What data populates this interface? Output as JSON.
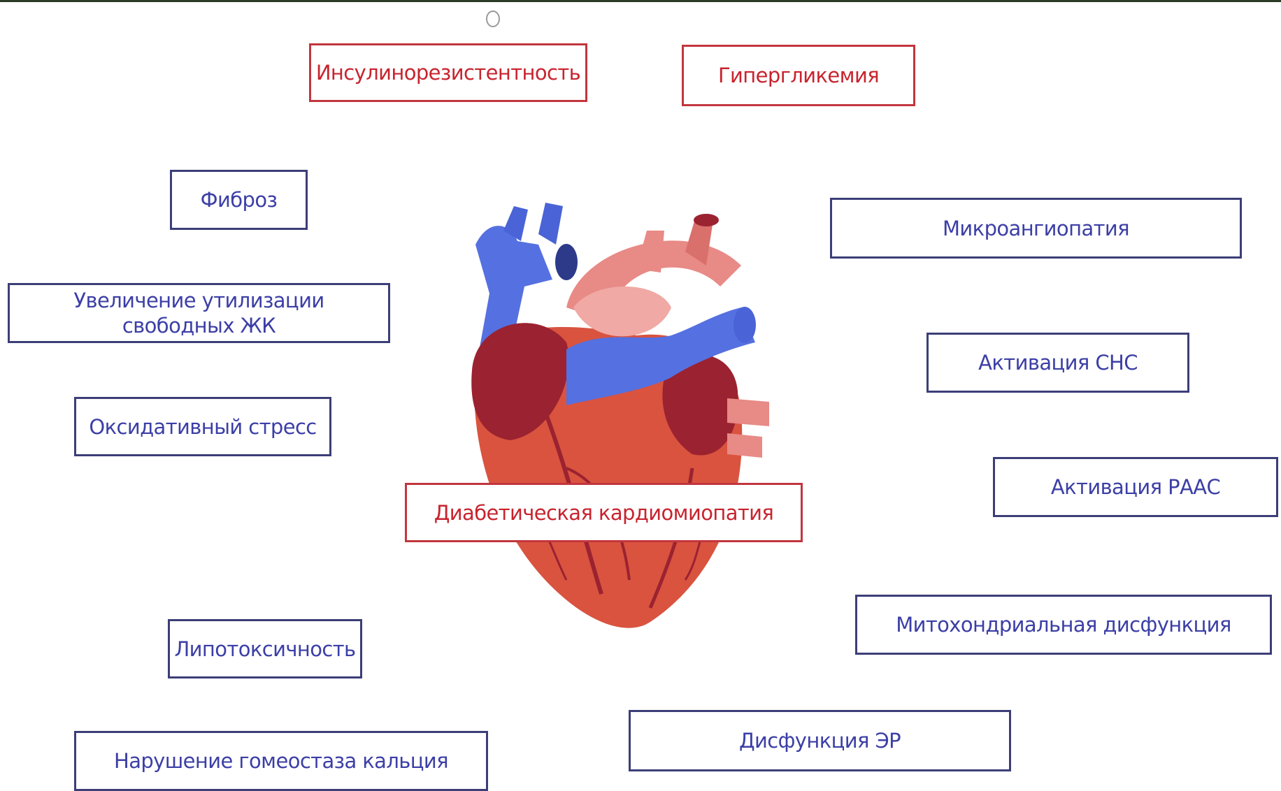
{
  "diagram": {
    "center": "Диабетическая кардиомиопатия",
    "causes_red": [
      "Инсулинорезистентность",
      "Гипергликемия"
    ],
    "factors_left": [
      "Фиброз",
      "Увеличение утилизации свободных ЖК",
      "Оксидативный стресс",
      "Липотоксичность",
      "Нарушение гомеостаза кальция"
    ],
    "factors_right": [
      "Микроангиопатия",
      "Активация СНС",
      "Активация РААС",
      "Митохондриальная дисфункция",
      "Дисфункция ЭР"
    ]
  },
  "colors": {
    "red_text": "#c8242e",
    "red_border": "#c2363e",
    "blue_text": "#3c3fa6",
    "blue_border": "#3c3e78",
    "heart_muscle": "#d9533f",
    "heart_dark": "#9b2230",
    "vessel_blue": "#5570e0",
    "vessel_pink": "#e88a86"
  },
  "icons": {
    "heart": "anatomical-heart-illustration"
  }
}
